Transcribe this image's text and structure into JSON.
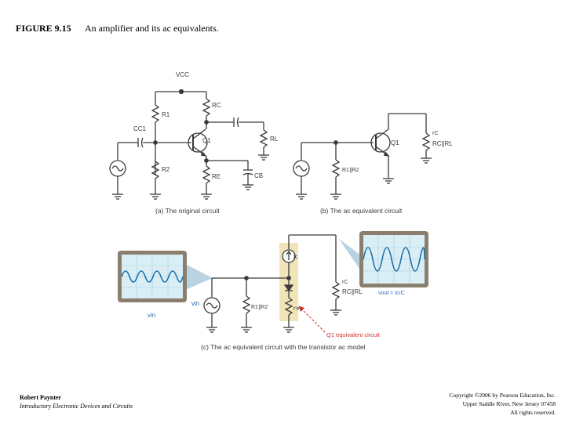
{
  "figure": {
    "label": "FIGURE 9.15",
    "caption": "An amplifier and its ac equivalents."
  },
  "diagram_a": {
    "vcc": "VCC",
    "r1": "R1",
    "rc": "RC",
    "cc1": "CC1",
    "q1": "Q1",
    "rl": "RL",
    "r2": "R2",
    "re": "RE",
    "cb": "CB",
    "caption": "(a) The original circuit"
  },
  "diagram_b": {
    "r1r2": "R1∥R2",
    "q1": "Q1",
    "rc": "rC",
    "rcrl": "RC∥RL",
    "caption": "(b) The ac equivalent circuit"
  },
  "diagram_c": {
    "ic": "Ic",
    "vin_source": "vin",
    "r1r2": "R1∥R2",
    "re": "r′e",
    "rc": "rC",
    "rcrl": "RC∥RL",
    "vin_scope": "vin",
    "vout": "vout = icrC",
    "q1_model": "Q1 equivalent circuit",
    "caption": "(c) The ac equivalent circuit with the transistor ac model"
  },
  "footer": {
    "author": "Robert Paynter",
    "book": "Introductory Electronic Devices and Circuits",
    "copyright_lines": [
      "Copyright ©2006 by Pearson Education, Inc.",
      "Upper Saddle River, New Jersey 07458",
      "All rights reserved."
    ]
  },
  "colors": {
    "wire": "#3a3a3a",
    "scope_frame": "#8a7f6e",
    "scope_screen": "#d9eef5",
    "scope_wave": "#1f6fa6",
    "label_blue": "#2f6fb0",
    "arrow_red": "#d12b2b",
    "model_box": "#f1e4b8",
    "callout": "#b9d3e2"
  }
}
